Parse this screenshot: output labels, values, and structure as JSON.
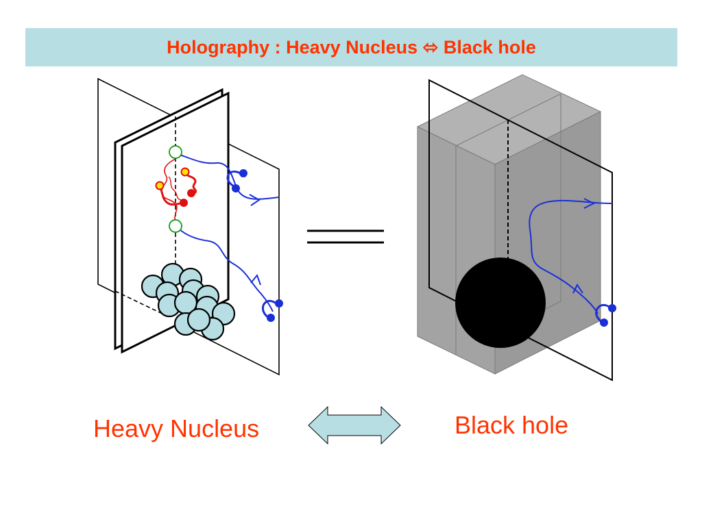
{
  "title": {
    "left": "Holography : Heavy Nucleus",
    "arrow_symbol": "⬄",
    "right": "Black hole"
  },
  "captions": {
    "left": "Heavy Nucleus",
    "right": "Black hole"
  },
  "colors": {
    "title_bar": "#b7dfe3",
    "accent_text": "#ff3300",
    "string_blue": "#1a2fd6",
    "string_red": "#e01010",
    "quark_yellow": "#ffe600",
    "nucleon_fill": "#b7dfe3",
    "vertex_green": "#119911",
    "black_hole_box": "#a6a6a6",
    "black_hole": "#000000",
    "double_arrow_fill": "#b7dfe3"
  },
  "icons": {
    "equivalence": "equals-sign",
    "double_arrow": "left-right-arrow"
  }
}
